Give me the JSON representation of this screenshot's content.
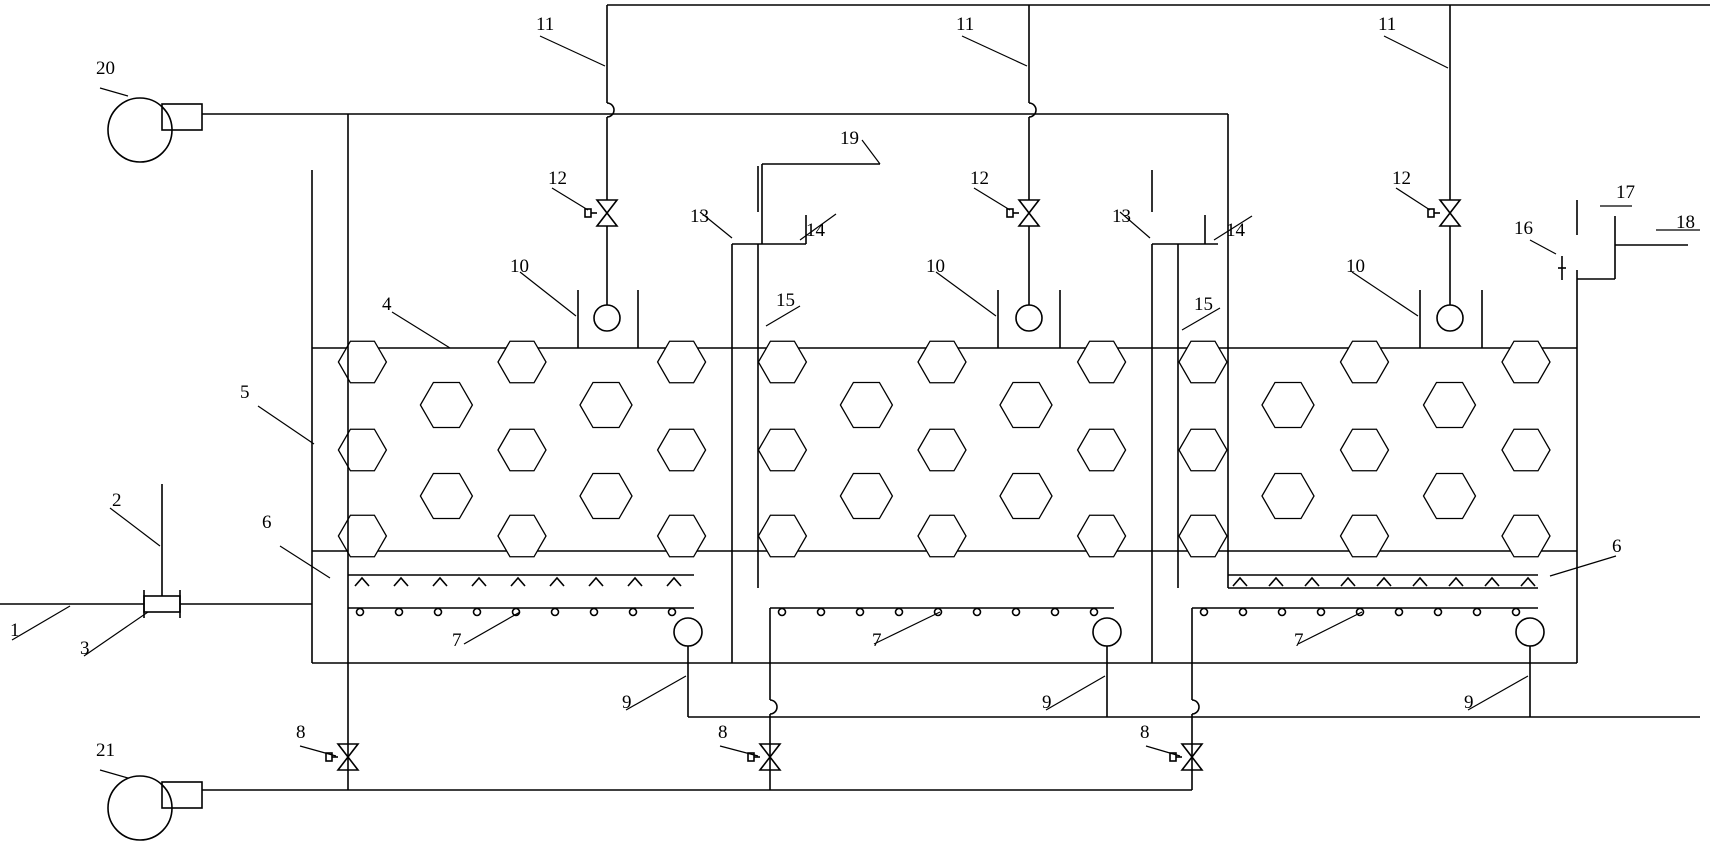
{
  "diagram": {
    "labels": {
      "l1": "1",
      "l2": "2",
      "l3": "3",
      "l4": "4",
      "l5": "5",
      "l6": "6",
      "l7": "7",
      "l8": "8",
      "l9": "9",
      "l10": "10",
      "l11": "11",
      "l12": "12",
      "l13": "13",
      "l14": "14",
      "l15": "15",
      "l16": "16",
      "l17": "17",
      "l18": "18",
      "l19": "19",
      "l20": "20",
      "l21": "21"
    }
  }
}
